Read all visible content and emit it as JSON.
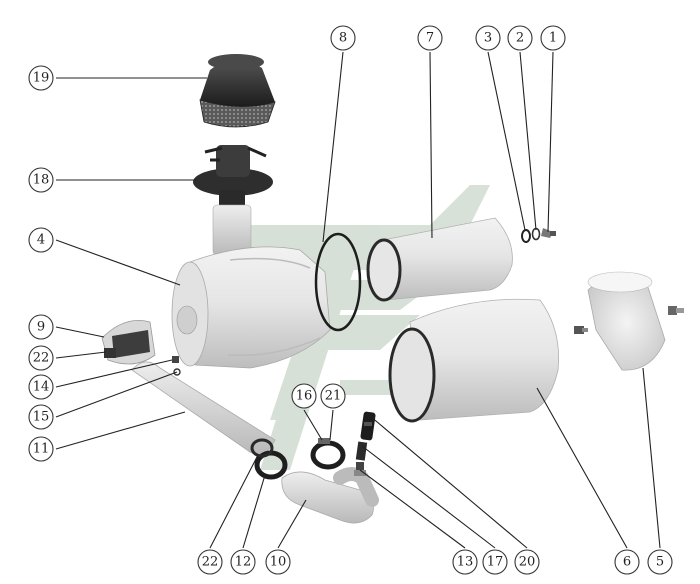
{
  "callouts": [
    {
      "id": "1",
      "label": "1"
    },
    {
      "id": "2",
      "label": "2"
    },
    {
      "id": "3",
      "label": "3"
    },
    {
      "id": "4",
      "label": "4"
    },
    {
      "id": "5",
      "label": "5"
    },
    {
      "id": "6",
      "label": "6"
    },
    {
      "id": "7",
      "label": "7"
    },
    {
      "id": "8",
      "label": "8"
    },
    {
      "id": "9",
      "label": "9"
    },
    {
      "id": "10",
      "label": "10"
    },
    {
      "id": "11",
      "label": "11"
    },
    {
      "id": "12",
      "label": "12"
    },
    {
      "id": "13",
      "label": "13"
    },
    {
      "id": "14",
      "label": "14"
    },
    {
      "id": "15",
      "label": "15"
    },
    {
      "id": "16",
      "label": "16"
    },
    {
      "id": "17",
      "label": "17"
    },
    {
      "id": "18",
      "label": "18"
    },
    {
      "id": "19",
      "label": "19"
    },
    {
      "id": "20",
      "label": "20"
    },
    {
      "id": "21",
      "label": "21"
    },
    {
      "id": "22a",
      "label": "22"
    },
    {
      "id": "22b",
      "label": "22"
    }
  ],
  "colors": {
    "watermark": "#b8c8b8",
    "part_light": "#e4e4e4",
    "part_mid": "#c8c8c8",
    "part_dark": "#3a3a3a",
    "ring": "#2a2a2a"
  }
}
